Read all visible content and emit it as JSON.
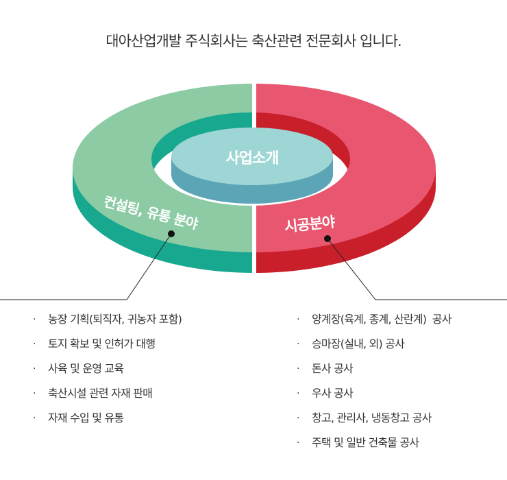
{
  "title": "대아산업개발 주식회사는 축산관련 전문회사 입니다.",
  "diagram": {
    "center_label": "사업소개",
    "left_label": "컨설팅, 유통 분야",
    "right_label": "시공분야",
    "colors": {
      "left_top": "#8ccba4",
      "left_side": "#17a88f",
      "right_top": "#e9566f",
      "right_side": "#c81f2a",
      "center_top": "#9dd6d4",
      "center_side": "#5ca5b6"
    }
  },
  "bullet": "·",
  "left_items": [
    "농장 기획(퇴직자, 귀농자 포함)",
    "토지 확보 및 인허가 대행",
    "사육 및 운영 교육",
    "축산시설 관련 자재 판매",
    "자재 수입 및 유통"
  ],
  "right_items": [
    "양계장(육계, 종계, 산란계)  공사",
    "승마장(실내, 외) 공사",
    "돈사 공사",
    "우사 공사",
    "창고, 관리사, 냉동창고 공사",
    "주택 및 일반 건축물 공사"
  ]
}
